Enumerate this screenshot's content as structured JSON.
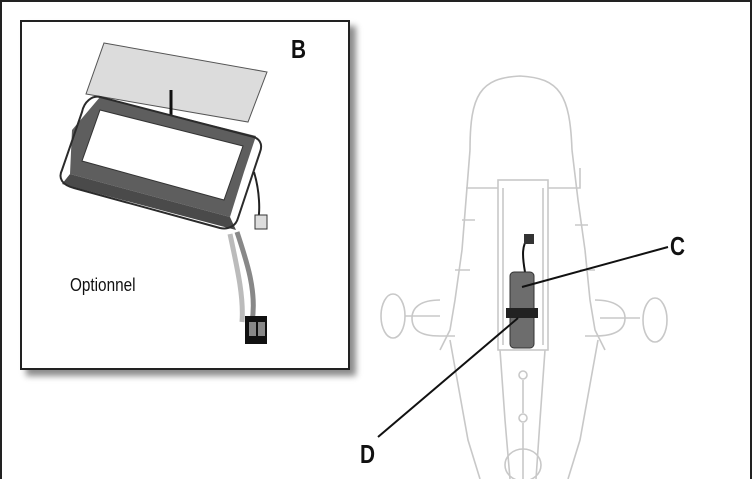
{
  "labels": {
    "b": "B",
    "c": "C",
    "d": "D",
    "optional_note": "Optionnel"
  },
  "colors": {
    "battery_body": "#6d6d6d",
    "battery_dark": "#4a4a4a",
    "airframe_line": "#c8c8c8",
    "frame_border": "#222222"
  }
}
